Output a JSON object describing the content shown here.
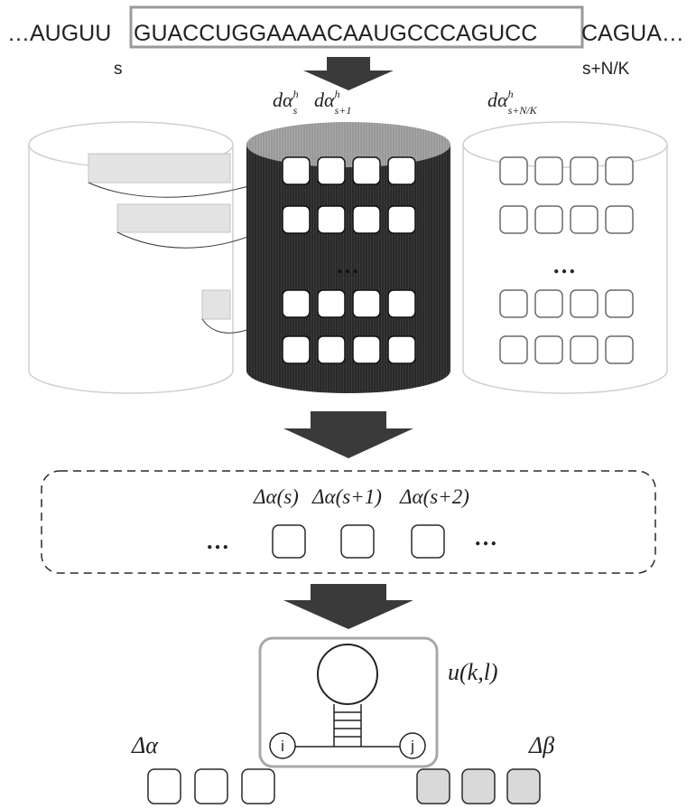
{
  "sequence": {
    "prefix": "…AUGUU",
    "window": "GUACCUGGAAAACAAUGCCCAGUCC",
    "suffix": "CAGUA…",
    "start_label": "s",
    "end_label": "s+N/K"
  },
  "cylinders": {
    "middle_labels": {
      "a_base": "dα",
      "a_sup": "h",
      "a_sub": "s",
      "b_base": "dα",
      "b_sup": "h",
      "b_sub": "s+1"
    },
    "right_label": {
      "base": "dα",
      "sup": "h",
      "sub": "s+N/K"
    },
    "ellipsis": "…"
  },
  "strip": {
    "labels": [
      "Δα(s)",
      "Δα(s+1)",
      "Δα(s+2)"
    ],
    "left_ellipsis": "…",
    "right_ellipsis": "…"
  },
  "hairpin": {
    "energy_label": "u(k,l)",
    "node_i": "i",
    "node_j": "j",
    "delta_alpha": "Δα",
    "delta_beta": "Δβ"
  },
  "colors": {
    "dark_cylinder": "#2f2f2f",
    "cylinder_top": "#9a9a9a",
    "arrow": "#3a3a3a",
    "outline_light": "#bdbdbd",
    "filled_box": "#d9d9d9"
  }
}
